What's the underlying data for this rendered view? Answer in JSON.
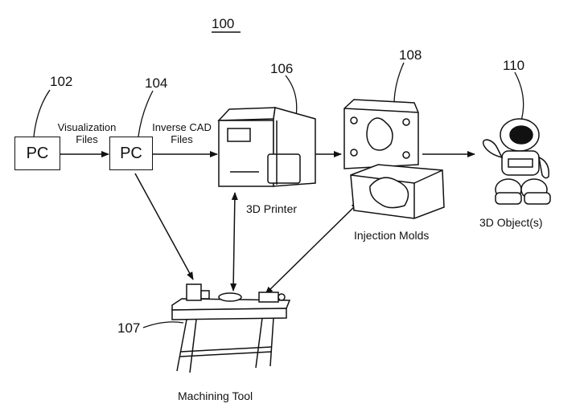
{
  "figure_number": "100",
  "nodes": {
    "pc1": {
      "ref": "102",
      "label": "PC"
    },
    "pc2": {
      "ref": "104",
      "label": "PC"
    },
    "printer": {
      "ref": "106",
      "caption": "3D Printer"
    },
    "machining": {
      "ref": "107",
      "caption": "Machining Tool"
    },
    "molds": {
      "ref": "108",
      "caption": "Injection Molds"
    },
    "objects": {
      "ref": "110",
      "caption": "3D Object(s)"
    }
  },
  "edges": {
    "e1": {
      "line1": "Visualization",
      "line2": "Files"
    },
    "e2": {
      "line1": "Inverse CAD",
      "line2": "Files"
    }
  },
  "colors": {
    "ink": "#111111",
    "background": "#ffffff"
  }
}
